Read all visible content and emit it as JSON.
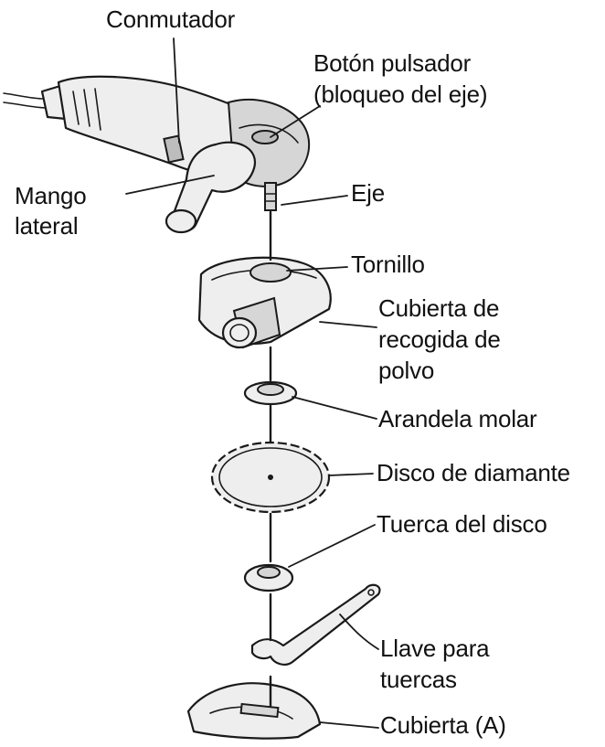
{
  "labels": {
    "switch": "Conmutador",
    "lock_button_line1": "Botón pulsador",
    "lock_button_line2": "(bloqueo del eje)",
    "side_grip_line1": "Mango",
    "side_grip_line2": "lateral",
    "spindle": "Eje",
    "screw": "Tornillo",
    "dust_cover_line1": "Cubierta de",
    "dust_cover_line2": "recogida de",
    "dust_cover_line3": "polvo",
    "inner_flange": "Arandela molar",
    "diamond_wheel": "Disco de diamante",
    "lock_nut": "Tuerca del disco",
    "wrench_line1": "Llave para",
    "wrench_line2": "tuercas",
    "cover_a": "Cubierta (A)"
  }
}
